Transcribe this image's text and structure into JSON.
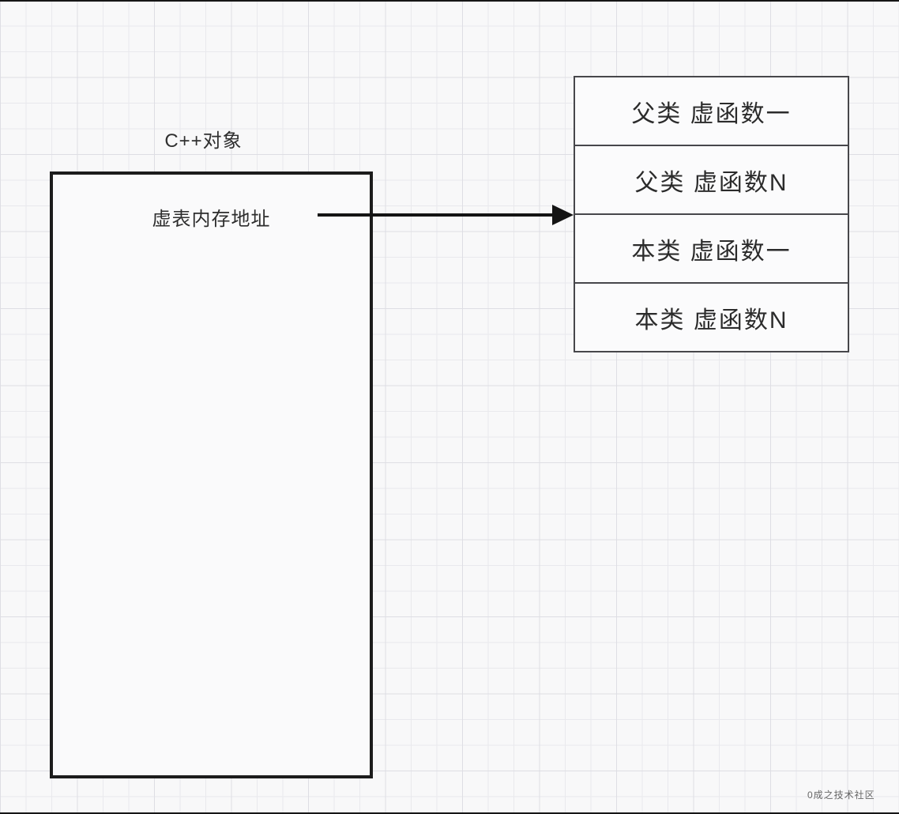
{
  "diagram": {
    "object_box": {
      "title": "C++对象",
      "pointer_label": "虚表内存地址"
    },
    "vtable": {
      "rows": [
        "父类 虚函数一",
        "父类 虚函数N",
        "本类 虚函数一",
        "本类 虚函数N"
      ]
    },
    "watermark": "0成之技术社区",
    "icons": {
      "pointer_arrow": "solid-right-arrow"
    },
    "colors": {
      "background": "#f8f8f9",
      "grid_line": "#e9e9ed",
      "grid_line_major": "#dedee4",
      "object_box_border": "#1c1c1c",
      "vtable_border": "#47474b",
      "arrow": "#141414",
      "text": "#2e2e2e",
      "cell_fill": "#fbfbfc"
    }
  }
}
